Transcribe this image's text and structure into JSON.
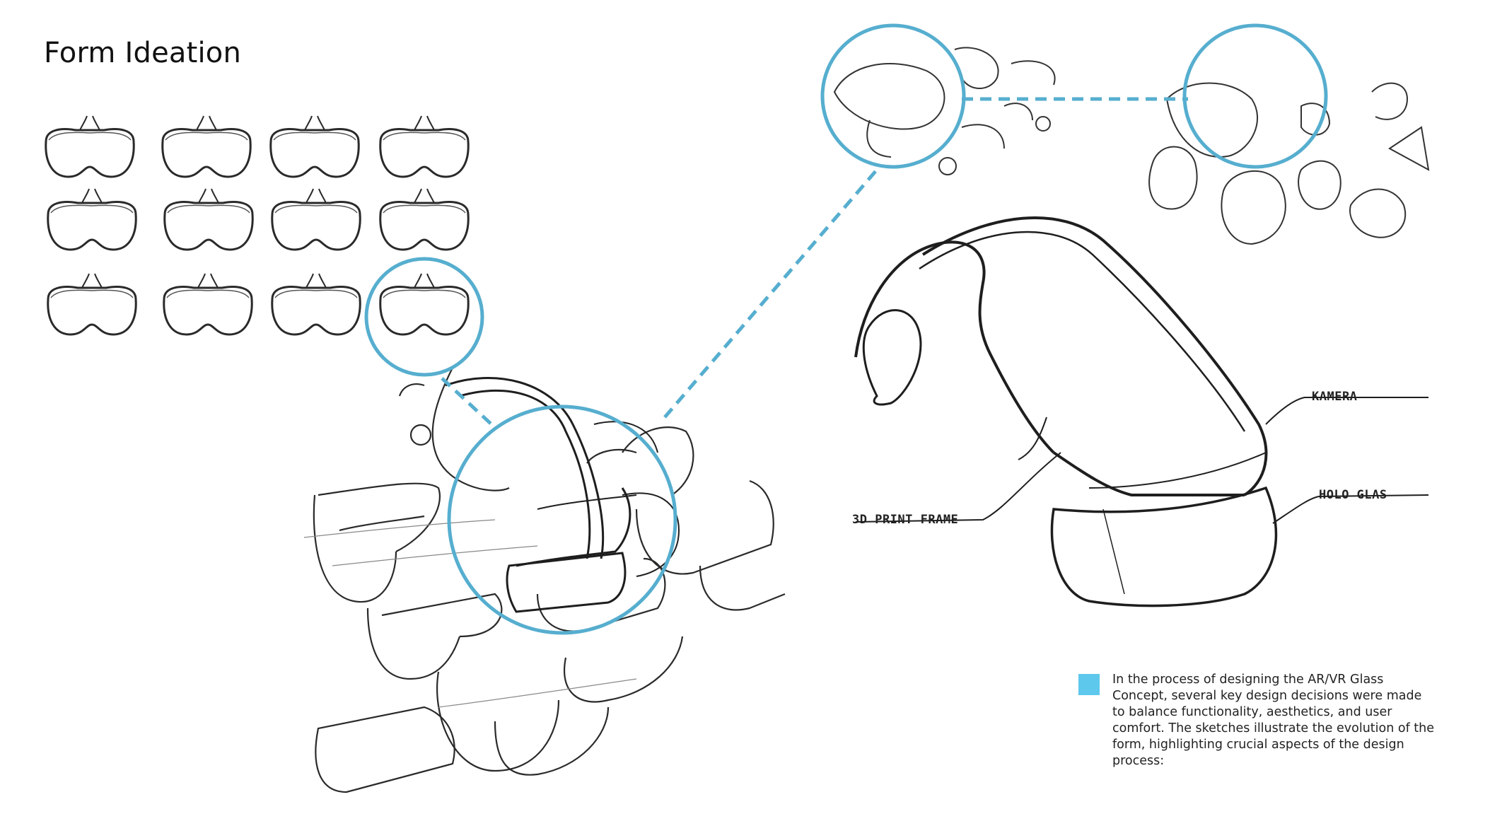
{
  "title": "Form Ideation",
  "labels": {
    "camera": "KAMERA",
    "holo_glass": "HOLO GLAS",
    "frame": "3D PRINT FRAME"
  },
  "description": "In the process of designing the AR/VR Glass Concept, several key design decisions were made to balance functionality, aesthetics, and user comfort. The sketches illustrate the evolution of the form, highlighting crucial aspects of the design process:",
  "colors": {
    "accent": "#5ec8ec",
    "callout_circle": "#56aecf",
    "sketch": "#2a2a2a"
  }
}
